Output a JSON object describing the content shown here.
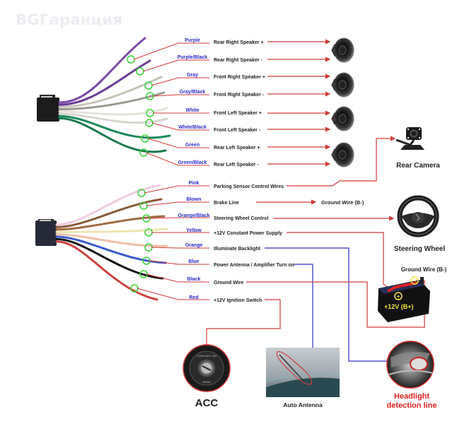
{
  "watermark": "BGГаранция",
  "colors": {
    "line_red": "#d23a3a",
    "line_blue": "#3030c8",
    "wire_label": "#2a2ac8",
    "ring_green": "#3cd23c"
  },
  "harness_top": {
    "wires": [
      {
        "color_name": "Purple",
        "function": "Rear Right Speaker +",
        "wire_color": "#7a4aa8"
      },
      {
        "color_name": "Purple/Black",
        "function": "Rear Right Speaker -",
        "wire_color": "#6a3a98"
      },
      {
        "color_name": "Gray",
        "function": "Front Right Speaker +",
        "wire_color": "#c8c4b8"
      },
      {
        "color_name": "Gray/Black",
        "function": "Front Right Speaker -",
        "wire_color": "#9a9890"
      },
      {
        "color_name": "White",
        "function": "Front Left Speaker +",
        "wire_color": "#e4e2da"
      },
      {
        "color_name": "White/Black",
        "function": "Front Left Speaker -",
        "wire_color": "#d8d6ce"
      },
      {
        "color_name": "Green",
        "function": "Rear Left Speaker +",
        "wire_color": "#1a8a5a"
      },
      {
        "color_name": "Green/Black",
        "function": "Rear Left Speaker -",
        "wire_color": "#1a7a50"
      }
    ]
  },
  "harness_bottom": {
    "wires": [
      {
        "color_name": "Pink",
        "function": "Parking Sensor Control Wires",
        "wire_color": "#f0cce0"
      },
      {
        "color_name": "Blown",
        "function": "Brake Line",
        "wire_color": "#8a5a3a"
      },
      {
        "color_name": "Orange/Black",
        "function": "Steering Wheel Control",
        "wire_color": "#a06a40"
      },
      {
        "color_name": "Yellow",
        "function": "+12V Constant Power Supply",
        "wire_color": "#ece6b0"
      },
      {
        "color_name": "Orange",
        "function": "Illuminate Backlight",
        "wire_color": "#f0c0a8"
      },
      {
        "color_name": "Blue",
        "function": "Power Antenna / Amplifier Turn on",
        "wire_color": "#3a5ad0"
      },
      {
        "color_name": "Black",
        "function": "Ground Wire",
        "wire_color": "#151515"
      },
      {
        "color_name": "Red",
        "function": "+12V  Ignition Switch",
        "wire_color": "#d04040"
      }
    ]
  },
  "devices": {
    "rear_camera": "Rear Camera",
    "steering_wheel": "Steering Wheel",
    "brake_ground": "Ground Wire (B-)",
    "battery_ground": "Ground Wire (B-)",
    "battery_positive": "+12V  (B+)",
    "acc": "ACC",
    "auto_antenna": "Auto Antenna",
    "headlight_line1": "Headlight",
    "headlight_line2": "detection line"
  }
}
